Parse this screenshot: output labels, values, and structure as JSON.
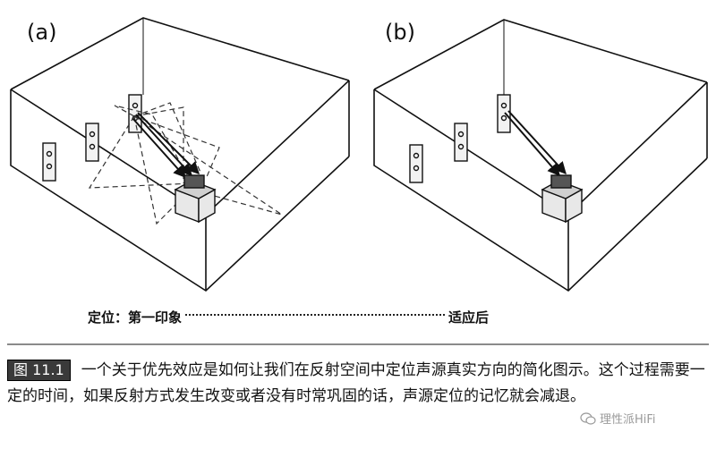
{
  "figure": {
    "panels": [
      {
        "label": "(a)"
      },
      {
        "label": "(b)"
      }
    ],
    "legend": {
      "start": "定位：第一印象",
      "end": "适应后"
    }
  },
  "caption": {
    "tag": "图 11.1",
    "text": "一个关于优先效应是如何让我们在反射空间中定位声源真实方向的简化图示。这个过程需要一定的时间，如果反射方式发生改变或者没有时常巩固的话，声源定位的记忆就会减退。"
  },
  "watermark": {
    "text": "理性派HiFi",
    "icon": "wechat-icon"
  },
  "colors": {
    "line": "#111111",
    "dashed": "#333333",
    "tag_bg": "#3a3a3a",
    "watermark": "#9a9a9a"
  }
}
